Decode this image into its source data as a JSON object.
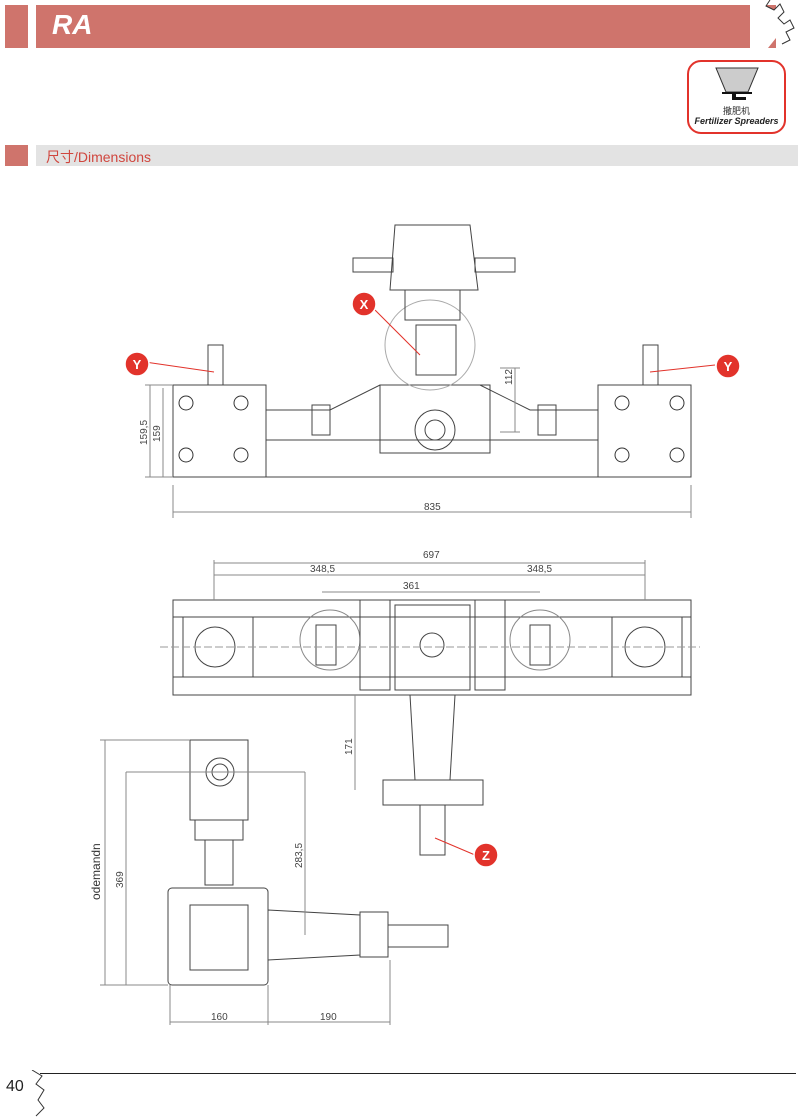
{
  "header": {
    "title": "RA"
  },
  "badge": {
    "icon": "fertilizer-spreader-icon",
    "label_cn": "撒肥机",
    "label_en": "Fertilizer Spreaders"
  },
  "section": {
    "title": "尺寸/Dimensions"
  },
  "callouts": {
    "x": "X",
    "y": "Y",
    "z": "Z"
  },
  "dimensions": {
    "front_d1": "159,5",
    "front_d2": "159",
    "front_d3": "112",
    "front_width": "835",
    "top_total": "697",
    "top_left": "348,5",
    "top_right": "348,5",
    "top_center": "361",
    "top_shaft": "171",
    "side_height_total": "odemandn",
    "side_height": "369",
    "side_center": "283,5",
    "side_w1": "160",
    "side_w2": "190"
  },
  "footer": {
    "page_number": "40"
  },
  "colors": {
    "brand": "#cf746c",
    "accent": "#e2332b"
  }
}
